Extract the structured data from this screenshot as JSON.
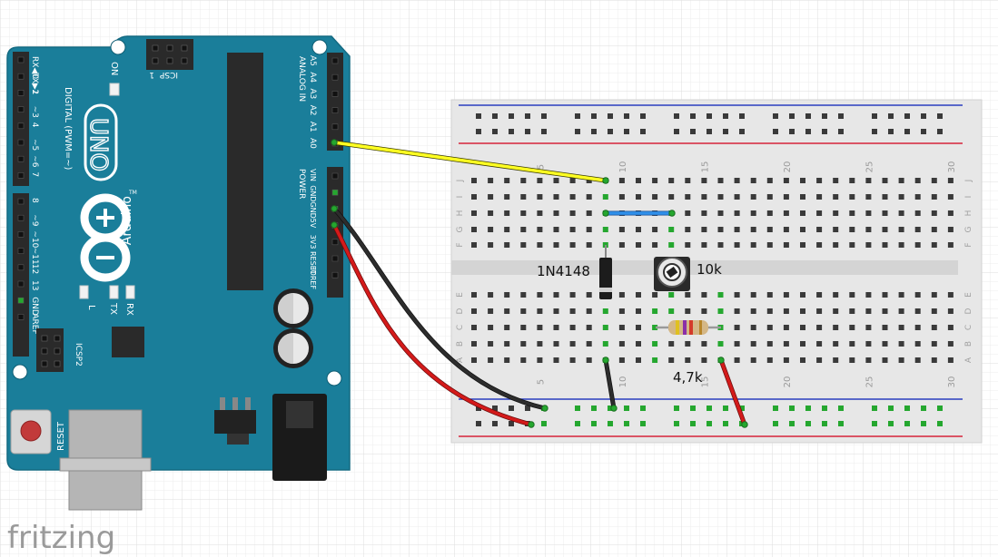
{
  "watermark": "fritzing",
  "arduino": {
    "model_label": "UNO",
    "brand_label": "Arduino",
    "tm_mark": "TM",
    "digital_header_label": "DIGITAL (PWM=~)",
    "analog_header_label": "ANALOG IN",
    "power_header_label": "POWER",
    "icsp_label": "ICSP",
    "icsp2_label": "ICSP2",
    "icsp_pin1": "1",
    "on_label": "ON",
    "l_label": "L",
    "tx_label": "TX",
    "rx_label": "RX",
    "reset_label": "RESET",
    "digital_pins": [
      "RX◀0",
      "TX▶1",
      "2",
      "~3",
      "4",
      "~5",
      "~6",
      "7",
      "8",
      "~9",
      "~10",
      "~11",
      "12",
      "13",
      "GND",
      "AREF"
    ],
    "analog_pins": [
      "A5",
      "A4",
      "A3",
      "A2",
      "A1",
      "A0"
    ],
    "power_pins": [
      "VIN",
      "GND",
      "GND",
      "5V",
      "3V3",
      "RESET",
      "IOREF"
    ],
    "colors": {
      "board": "#1a7e9a",
      "board_dark": "#0f5d73",
      "silk": "#ffffff",
      "header": "#2a2a2a"
    }
  },
  "breadboard": {
    "top_column_numbers": [
      "5",
      "10",
      "15",
      "20",
      "25",
      "30"
    ],
    "bottom_column_numbers": [
      "5",
      "10",
      "15",
      "20",
      "25",
      "30"
    ],
    "row_letters_top": [
      "J",
      "I",
      "H",
      "G",
      "F"
    ],
    "row_letters_bottom": [
      "E",
      "D",
      "C",
      "B",
      "A"
    ],
    "colors": {
      "body": "#e6e6e6",
      "hole": "#3a3a3a",
      "active_hole": "#25a72f",
      "rail_red": "#d6243a",
      "rail_blue": "#2a3fbf"
    }
  },
  "components": {
    "diode_label": "1N4148",
    "potentiometer_label": "10k",
    "resistor_label": "4,7k"
  },
  "wires": [
    {
      "name": "analog-a0-wire",
      "color": "#ffff22"
    },
    {
      "name": "gnd-wire",
      "color": "#222222"
    },
    {
      "name": "5v-wire",
      "color": "#d41a1a"
    },
    {
      "name": "jumper-blue",
      "color": "#2f7fe0"
    },
    {
      "name": "diode-to-rail-wire",
      "color": "#222222"
    },
    {
      "name": "resistor-to-rail-wire",
      "color": "#d41a1a"
    }
  ]
}
